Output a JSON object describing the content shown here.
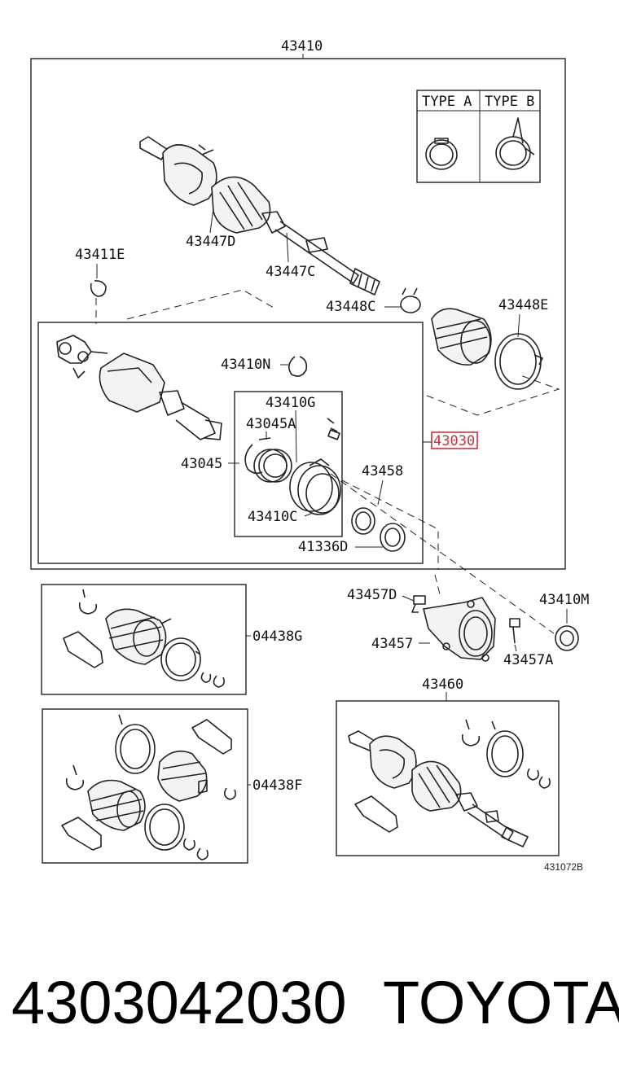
{
  "labels": {
    "assy_43410": "43410",
    "type_a": "TYPE A",
    "type_b": "TYPE B",
    "p43411E": "43411E",
    "p43447D": "43447D",
    "p43447C": "43447C",
    "p43448C": "43448C",
    "p43448E": "43448E",
    "p43410N": "43410N",
    "p43410G": "43410G",
    "p43045A": "43045A",
    "p43045": "43045",
    "p43030": "43030",
    "p43458": "43458",
    "p43410C": "43410C",
    "p41336D": "41336D",
    "p43457D": "43457D",
    "p43410M": "43410M",
    "p43457": "43457",
    "p43457A": "43457A",
    "p04438G": "04438G",
    "p43460": "43460",
    "p04438F": "04438F",
    "diagram_code": "431072B"
  },
  "highlight_color": "#c8343a",
  "caption": {
    "part_number": "4303042030",
    "brand": "TOYOTA"
  }
}
